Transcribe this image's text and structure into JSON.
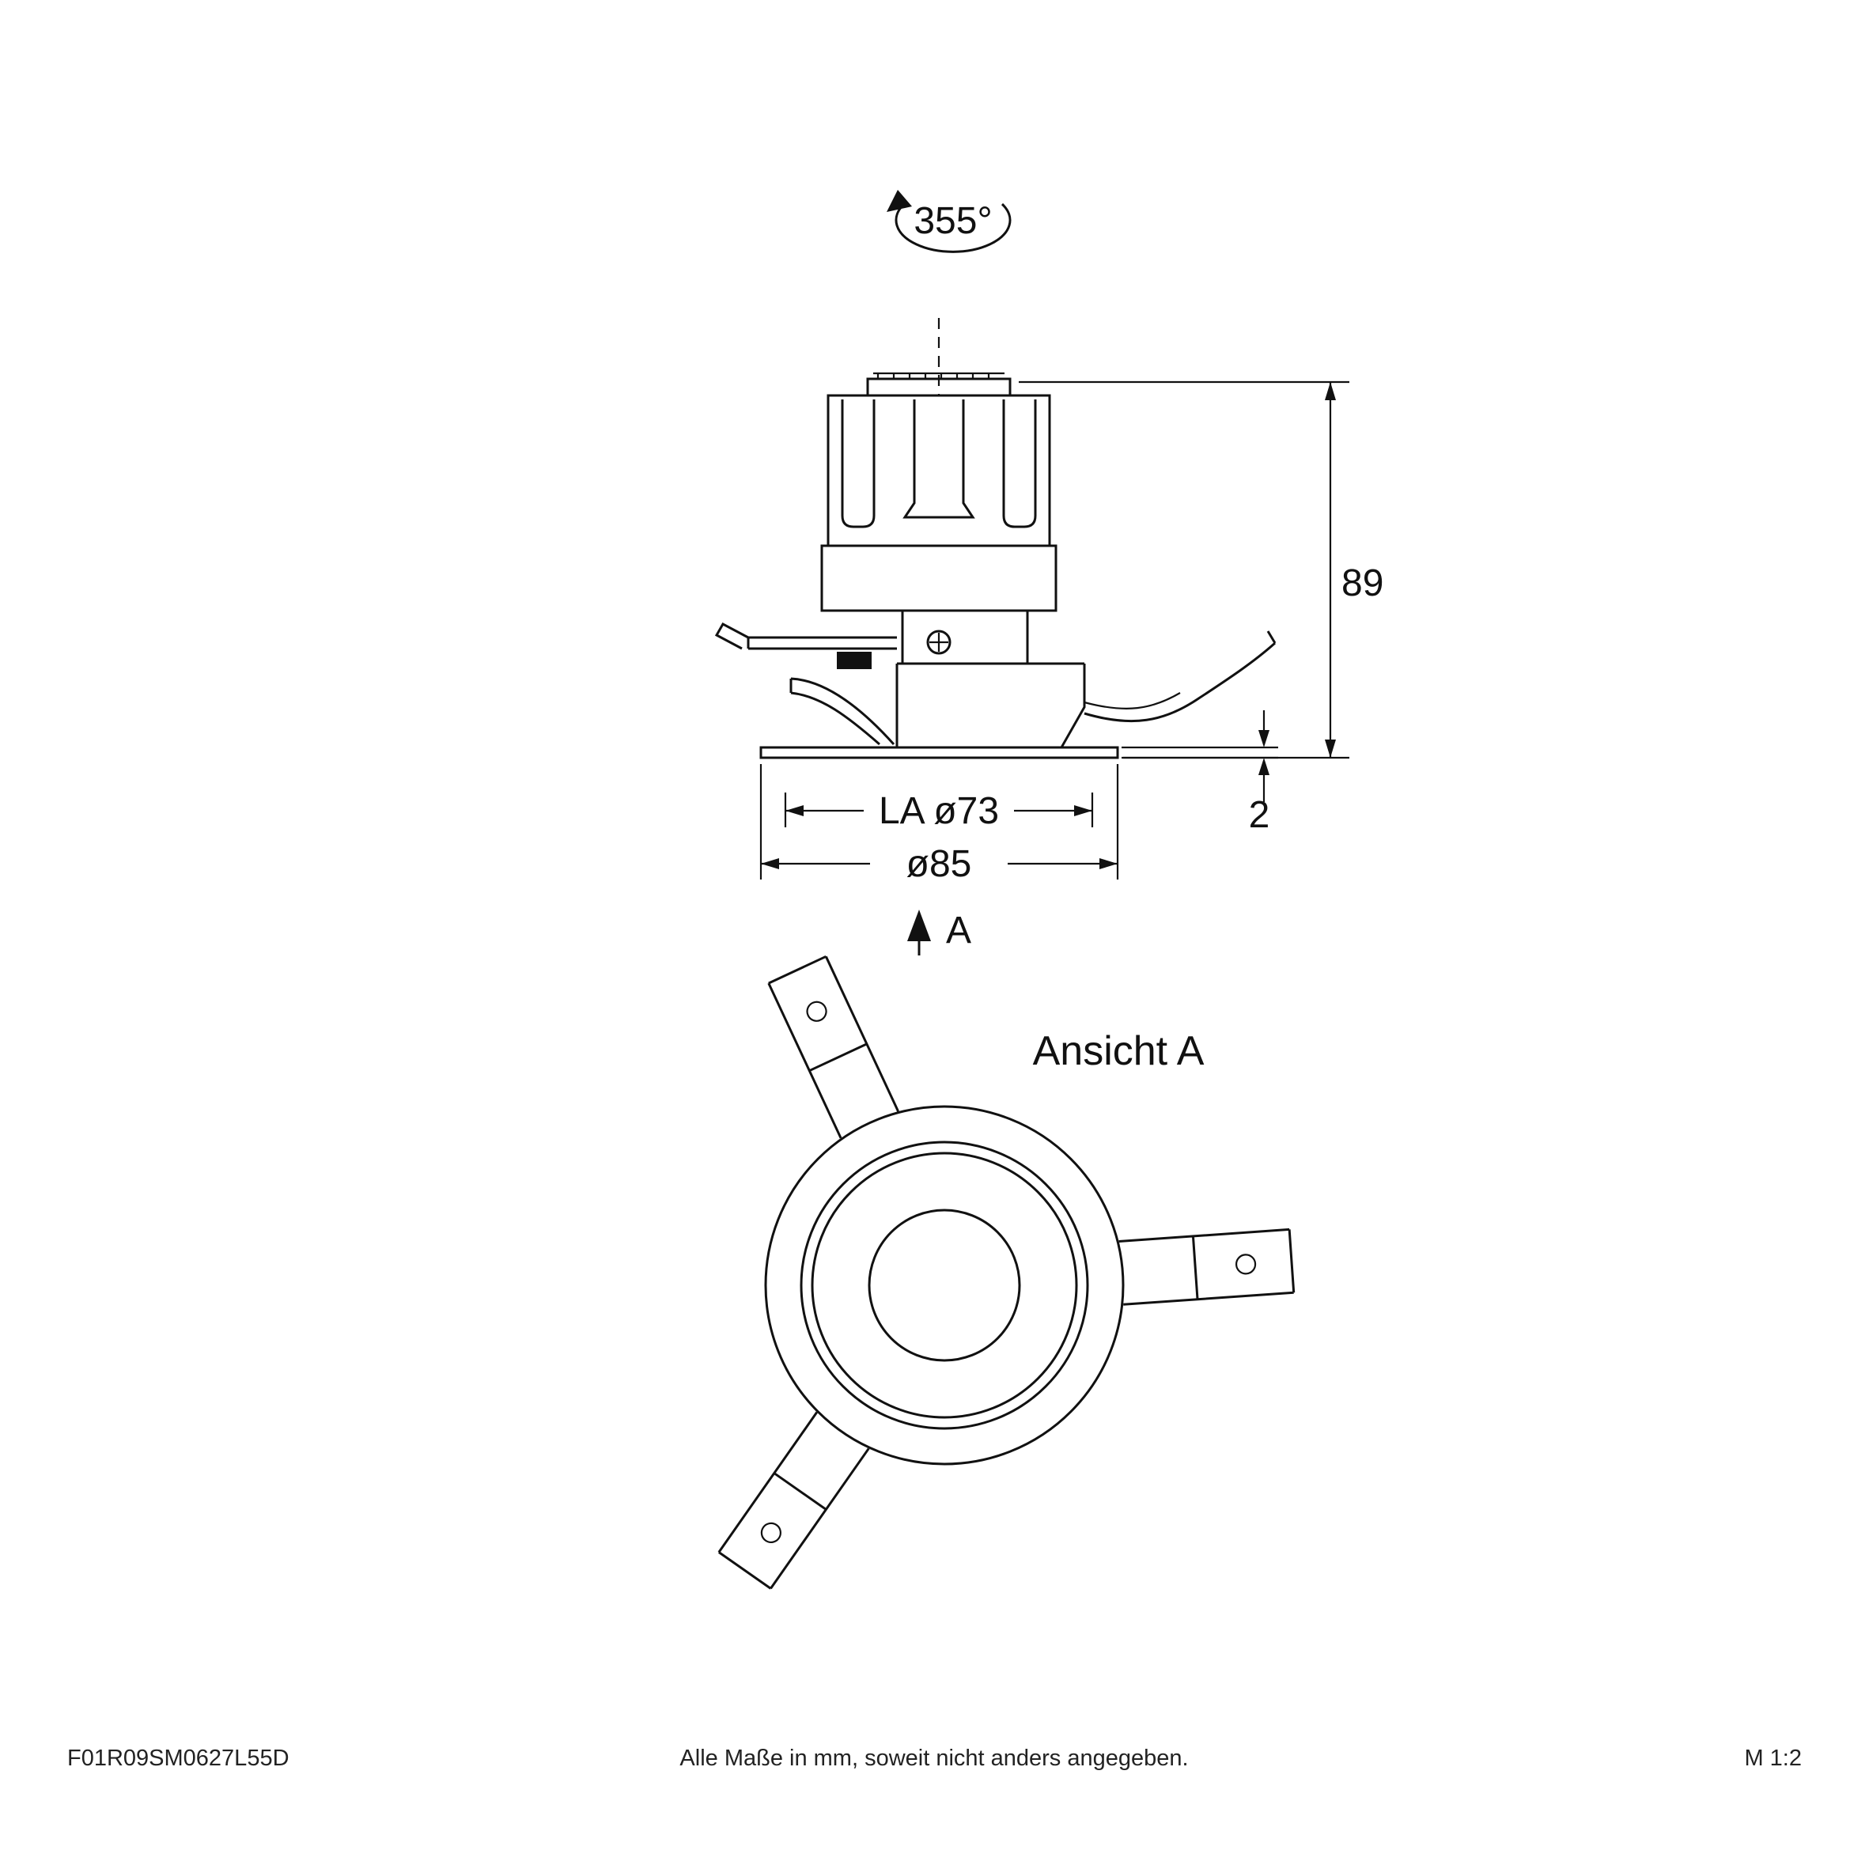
{
  "drawing": {
    "rotation_label": "355°",
    "dims": {
      "height": "89",
      "flange_thickness": "2",
      "cutout": "LA ø73",
      "outer_diameter": "ø85"
    },
    "view_label": "A",
    "view_title": "Ansicht A"
  },
  "footer": {
    "article_code": "F01R09SM0627L55D",
    "note": "Alle Maße in mm, soweit nicht anders angegeben.",
    "scale": "M 1:2"
  },
  "colors": {
    "line": "#111111",
    "background": "#ffffff"
  }
}
